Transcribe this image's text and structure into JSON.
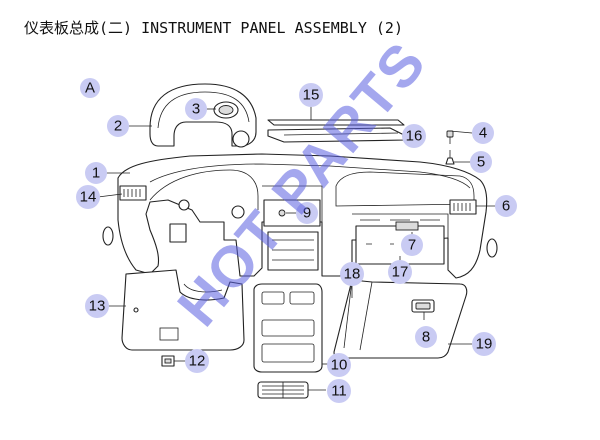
{
  "title": "仪表板总成(二) INSTRUMENT PANEL ASSEMBLY (2)",
  "section_label": "A",
  "watermark": "HOT PARTS",
  "colors": {
    "badge": "#c9cbf3",
    "watermark": "#5a5fe0",
    "line": "#222222"
  },
  "callouts": [
    {
      "id": "1",
      "label": "1"
    },
    {
      "id": "2",
      "label": "2"
    },
    {
      "id": "3",
      "label": "3"
    },
    {
      "id": "4",
      "label": "4"
    },
    {
      "id": "5",
      "label": "5"
    },
    {
      "id": "6",
      "label": "6"
    },
    {
      "id": "7",
      "label": "7"
    },
    {
      "id": "8",
      "label": "8"
    },
    {
      "id": "9",
      "label": "9"
    },
    {
      "id": "10",
      "label": "10"
    },
    {
      "id": "11",
      "label": "11"
    },
    {
      "id": "12",
      "label": "12"
    },
    {
      "id": "13",
      "label": "13"
    },
    {
      "id": "14",
      "label": "14"
    },
    {
      "id": "15",
      "label": "15"
    },
    {
      "id": "16",
      "label": "16"
    },
    {
      "id": "17",
      "label": "17"
    },
    {
      "id": "18",
      "label": "18"
    },
    {
      "id": "19",
      "label": "19"
    }
  ]
}
